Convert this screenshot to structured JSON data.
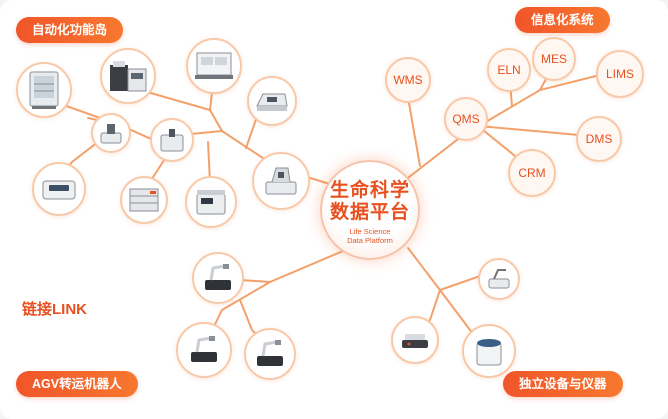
{
  "labels": {
    "automation_island": "自动化功能岛",
    "info_system": "信息化系统",
    "agv_robot": "AGV转运机器人",
    "standalone_devices": "独立设备与仪器",
    "link": "链接LINK"
  },
  "hub": {
    "title_line1": "生命科学",
    "title_line2": "数据平台",
    "subtitle_line1": "Life Science",
    "subtitle_line2": "Data Platform"
  },
  "systems": {
    "wms": "WMS",
    "qms": "QMS",
    "eln": "ELN",
    "mes": "MES",
    "lims": "LIMS",
    "dms": "DMS",
    "crm": "CRM"
  },
  "colors": {
    "accent": "#f0552a",
    "node_border": "#f8c9a8",
    "branch": "#f4a06a"
  }
}
